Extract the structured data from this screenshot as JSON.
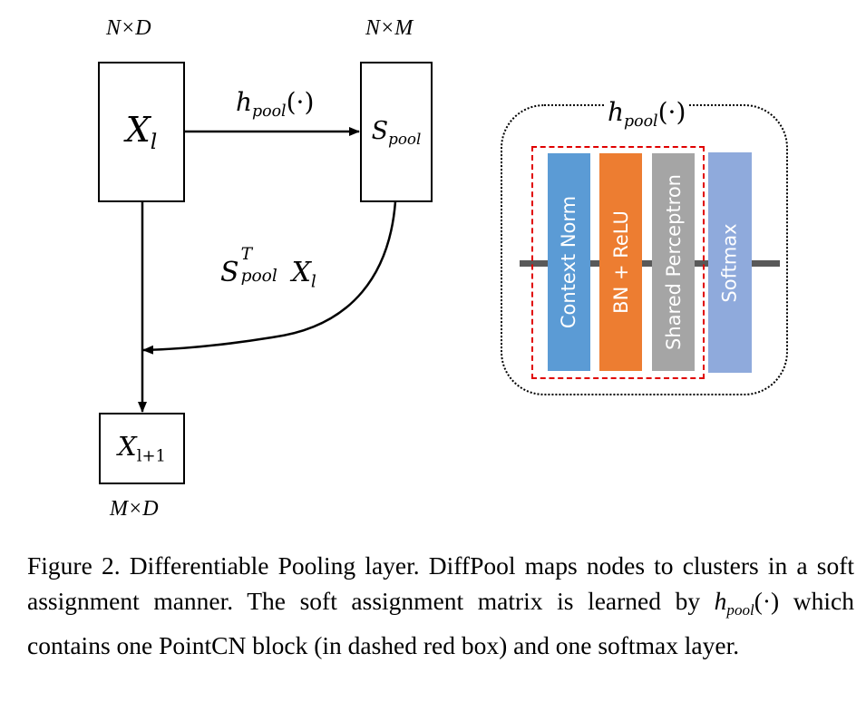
{
  "diagram": {
    "dims": {
      "xl": "N×D",
      "spool": "N×M",
      "xl1": "M×D"
    },
    "nodes": {
      "xl": {
        "base": "X",
        "sub": "l"
      },
      "spool": {
        "base": "S",
        "sub": "pool"
      },
      "xl1": {
        "base": "X",
        "sub": "l+1"
      }
    },
    "edges": {
      "hpool": {
        "base": "h",
        "sub": "pool",
        "arg": "(·)"
      },
      "product": {
        "base": "S",
        "sup": "T",
        "sub": "pool",
        "tail_base": "X",
        "tail_sub": "l"
      }
    },
    "hpool_panel": {
      "title": {
        "base": "h",
        "sub": "pool",
        "arg": "(·)"
      },
      "blocks": [
        {
          "label": "Context Norm",
          "color": "#5b9bd5"
        },
        {
          "label": "BN + ReLU",
          "color": "#ed7d31"
        },
        {
          "label": "Shared Perceptron",
          "color": "#a5a5a5"
        },
        {
          "label": "Softmax",
          "color": "#8faadc"
        }
      ],
      "bar_color": "#595959",
      "dashed_box_color": "#e00000"
    }
  },
  "caption": {
    "part1": "Figure 2. Differentiable Pooling layer.  DiffPool maps nodes to clusters in a soft assignment manner. The soft assignment matrix is learned by ",
    "math": "h",
    "math_sub": "pool",
    "math_arg": "(·)",
    "part2": " which contains one PointCN block (in dashed red box) and one softmax layer."
  }
}
